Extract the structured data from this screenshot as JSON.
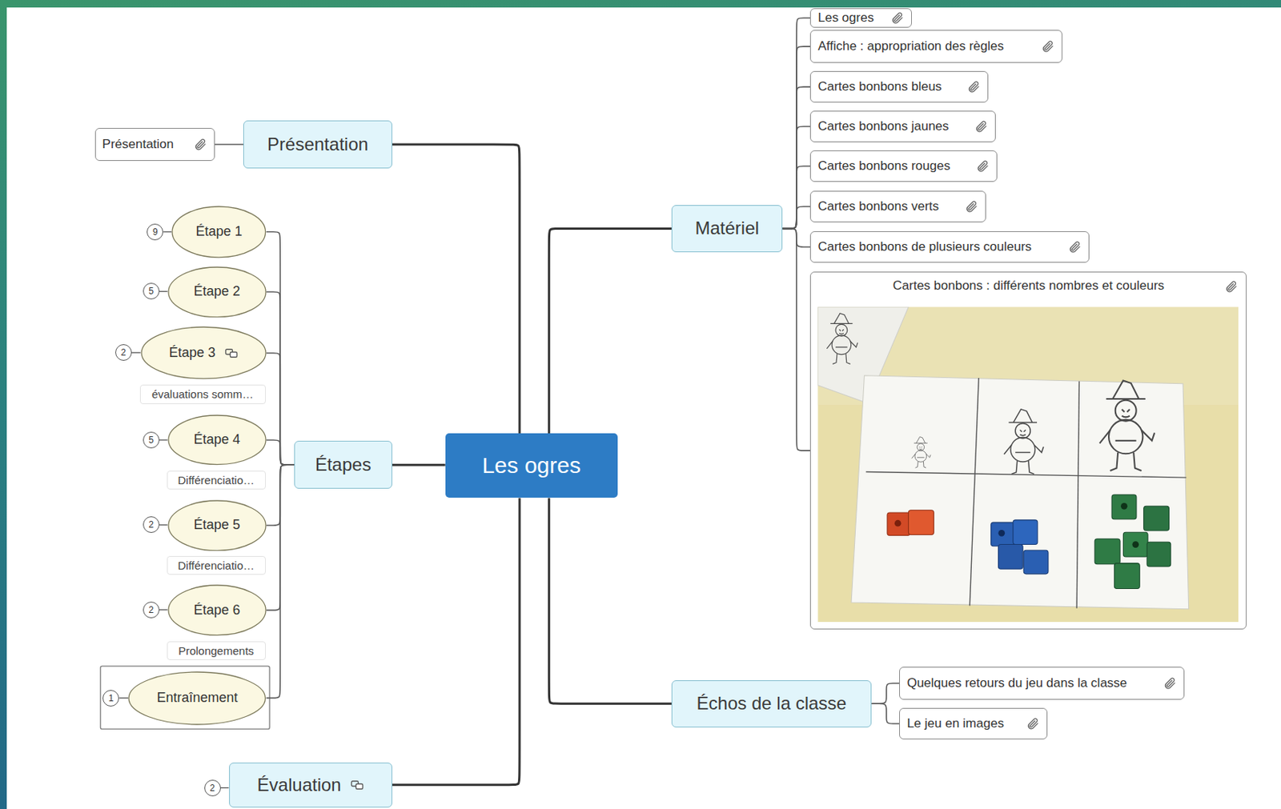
{
  "diagram": {
    "nodes": [
      {
        "text": [
          "Les ogres"
        ]
      },
      {
        "text": [
          "Présentation"
        ]
      },
      {
        "text": [
          "Présentation"
        ]
      },
      {
        "text": [
          "Étapes"
        ]
      },
      {
        "text": [
          "Étape 1"
        ]
      },
      {
        "text": [
          "Étape 2"
        ]
      },
      {
        "text": [
          "Étape 3"
        ]
      },
      {
        "text": [
          "évaluations somm…"
        ]
      },
      {
        "text": [
          "Étape 4"
        ]
      },
      {
        "text": [
          "Différenciatio…"
        ]
      },
      {
        "text": [
          "Étape 5"
        ]
      },
      {
        "text": [
          "Différenciatio…"
        ]
      },
      {
        "text": [
          "Étape 6"
        ]
      },
      {
        "text": [
          "Prolongements"
        ]
      },
      {
        "text": [
          "Entraînement"
        ]
      },
      {
        "text": [
          "Évaluation"
        ]
      },
      {
        "text": [
          "Matériel"
        ]
      },
      {
        "text": [
          "Les ogres"
        ]
      },
      {
        "text": [
          "Affiche : appropriation des règles"
        ]
      },
      {
        "text": [
          "Cartes bonbons bleus"
        ]
      },
      {
        "text": [
          "Cartes bonbons jaunes"
        ]
      },
      {
        "text": [
          "Cartes bonbons rouges"
        ]
      },
      {
        "text": [
          "Cartes bonbons verts"
        ]
      },
      {
        "text": [
          "Cartes bonbons de plusieurs couleurs"
        ]
      },
      {
        "text": [
          "Cartes bonbons : différents nombres et couleurs"
        ]
      },
      {
        "text": [
          "Échos de la classe"
        ]
      },
      {
        "text": [
          "Quelques retours du jeu dans la classe"
        ]
      },
      {
        "text": [
          "Le jeu en images"
        ]
      }
    ],
    "edges": [
      {
        "from": 0,
        "to": 1,
        "arrow": "none"
      },
      {
        "from": 1,
        "to": 2,
        "arrow": "none"
      },
      {
        "from": 0,
        "to": 3,
        "arrow": "none"
      },
      {
        "from": 3,
        "to": 4,
        "arrow": "none"
      },
      {
        "from": 3,
        "to": 5,
        "arrow": "none"
      },
      {
        "from": 3,
        "to": 6,
        "arrow": "none"
      },
      {
        "from": 3,
        "to": 8,
        "arrow": "none"
      },
      {
        "from": 3,
        "to": 10,
        "arrow": "none"
      },
      {
        "from": 3,
        "to": 12,
        "arrow": "none"
      },
      {
        "from": 3,
        "to": 14,
        "arrow": "none"
      },
      {
        "from": 0,
        "to": 15,
        "arrow": "none"
      },
      {
        "from": 0,
        "to": 16,
        "arrow": "none"
      },
      {
        "from": 16,
        "to": 17,
        "arrow": "none"
      },
      {
        "from": 16,
        "to": 18,
        "arrow": "none"
      },
      {
        "from": 16,
        "to": 19,
        "arrow": "none"
      },
      {
        "from": 16,
        "to": 20,
        "arrow": "none"
      },
      {
        "from": 16,
        "to": 21,
        "arrow": "none"
      },
      {
        "from": 16,
        "to": 22,
        "arrow": "none"
      },
      {
        "from": 16,
        "to": 23,
        "arrow": "none"
      },
      {
        "from": 16,
        "to": 24,
        "arrow": "none"
      },
      {
        "from": 0,
        "to": 25,
        "arrow": "none"
      },
      {
        "from": 25,
        "to": 26,
        "arrow": "none"
      },
      {
        "from": 25,
        "to": 27,
        "arrow": "none"
      }
    ],
    "labels": [
      "9",
      "5",
      "2",
      "5",
      "2",
      "2",
      "1",
      "2"
    ]
  }
}
